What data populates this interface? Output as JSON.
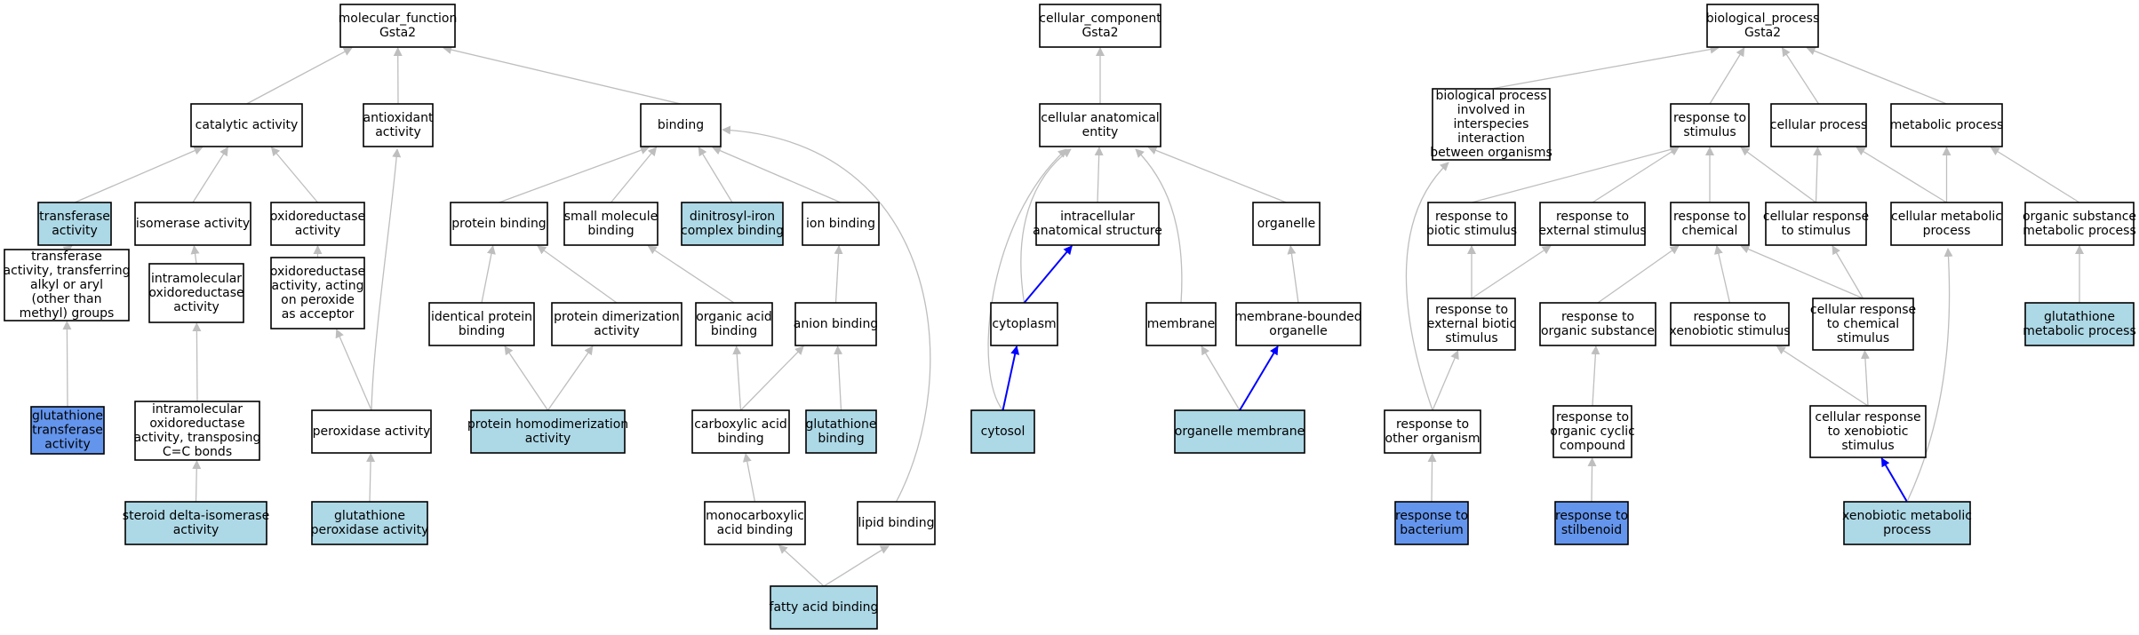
{
  "colors": {
    "plain": "#ffffff",
    "annotated": "#add8e6",
    "query": "#6495ed",
    "edge_default": "#bebebe",
    "edge_highlight": "#0000ff"
  },
  "nodes": {
    "mf_root": {
      "lines": [
        "molecular_function",
        "Gsta2"
      ],
      "kind": "plain"
    },
    "cc_root": {
      "lines": [
        "cellular_component",
        "Gsta2"
      ],
      "kind": "plain"
    },
    "bp_root": {
      "lines": [
        "biological_process",
        "Gsta2"
      ],
      "kind": "plain"
    },
    "catalytic": {
      "lines": [
        "catalytic activity"
      ],
      "kind": "plain"
    },
    "antiox": {
      "lines": [
        "antioxidant",
        "activity"
      ],
      "kind": "plain"
    },
    "binding": {
      "lines": [
        "binding"
      ],
      "kind": "plain"
    },
    "transferase": {
      "lines": [
        "transferase",
        "activity"
      ],
      "kind": "annotated"
    },
    "isomerase": {
      "lines": [
        "isomerase activity"
      ],
      "kind": "plain"
    },
    "oxidored": {
      "lines": [
        "oxidoreductase",
        "activity"
      ],
      "kind": "plain"
    },
    "transf_alkyl": {
      "lines": [
        "transferase",
        "activity, transferring",
        "alkyl or aryl",
        "(other than",
        "methyl) groups"
      ],
      "kind": "plain"
    },
    "intramol": {
      "lines": [
        "intramolecular",
        "oxidoreductase",
        "activity"
      ],
      "kind": "plain"
    },
    "oxidored_perox": {
      "lines": [
        "oxidoreductase",
        "activity, acting",
        "on peroxide",
        "as acceptor"
      ],
      "kind": "plain"
    },
    "gst": {
      "lines": [
        "glutathione",
        "transferase",
        "activity"
      ],
      "kind": "query"
    },
    "intramol_transpos": {
      "lines": [
        "intramolecular",
        "oxidoreductase",
        "activity, transposing",
        "C=C bonds"
      ],
      "kind": "plain"
    },
    "peroxidase": {
      "lines": [
        "peroxidase activity"
      ],
      "kind": "plain"
    },
    "steroid_iso": {
      "lines": [
        "steroid delta-isomerase",
        "activity"
      ],
      "kind": "annotated"
    },
    "glut_perox": {
      "lines": [
        "glutathione",
        "peroxidase activity"
      ],
      "kind": "annotated"
    },
    "protein_binding": {
      "lines": [
        "protein binding"
      ],
      "kind": "plain"
    },
    "small_mol": {
      "lines": [
        "small molecule",
        "binding"
      ],
      "kind": "plain"
    },
    "dinitrosyl": {
      "lines": [
        "dinitrosyl-iron",
        "complex binding"
      ],
      "kind": "annotated"
    },
    "ion_binding": {
      "lines": [
        "ion binding"
      ],
      "kind": "plain"
    },
    "identical": {
      "lines": [
        "identical protein",
        "binding"
      ],
      "kind": "plain"
    },
    "prot_dimer": {
      "lines": [
        "protein dimerization",
        "activity"
      ],
      "kind": "plain"
    },
    "org_acid": {
      "lines": [
        "organic acid",
        "binding"
      ],
      "kind": "plain"
    },
    "anion": {
      "lines": [
        "anion binding"
      ],
      "kind": "plain"
    },
    "homodimer": {
      "lines": [
        "protein homodimerization",
        "activity"
      ],
      "kind": "annotated"
    },
    "carbox": {
      "lines": [
        "carboxylic acid",
        "binding"
      ],
      "kind": "plain"
    },
    "glut_binding": {
      "lines": [
        "glutathione",
        "binding"
      ],
      "kind": "annotated"
    },
    "monocarbox": {
      "lines": [
        "monocarboxylic",
        "acid binding"
      ],
      "kind": "plain"
    },
    "lipid": {
      "lines": [
        "lipid binding"
      ],
      "kind": "plain"
    },
    "fatty_acid": {
      "lines": [
        "fatty acid binding"
      ],
      "kind": "annotated"
    },
    "cell_anat": {
      "lines": [
        "cellular anatomical",
        "entity"
      ],
      "kind": "plain"
    },
    "intracell": {
      "lines": [
        "intracellular",
        "anatomical structure"
      ],
      "kind": "plain"
    },
    "organelle": {
      "lines": [
        "organelle"
      ],
      "kind": "plain"
    },
    "cytoplasm": {
      "lines": [
        "cytoplasm"
      ],
      "kind": "plain"
    },
    "membrane": {
      "lines": [
        "membrane"
      ],
      "kind": "plain"
    },
    "mem_bound": {
      "lines": [
        "membrane-bounded",
        "organelle"
      ],
      "kind": "plain"
    },
    "cytosol": {
      "lines": [
        "cytosol"
      ],
      "kind": "annotated"
    },
    "org_membrane": {
      "lines": [
        "organelle membrane"
      ],
      "kind": "annotated"
    },
    "interspecies": {
      "lines": [
        "biological process",
        "involved in",
        "interspecies",
        "interaction",
        "between organisms"
      ],
      "kind": "plain"
    },
    "resp_stim": {
      "lines": [
        "response to",
        "stimulus"
      ],
      "kind": "plain"
    },
    "cell_proc": {
      "lines": [
        "cellular process"
      ],
      "kind": "plain"
    },
    "metab_proc": {
      "lines": [
        "metabolic process"
      ],
      "kind": "plain"
    },
    "resp_biotic": {
      "lines": [
        "response to",
        "biotic stimulus"
      ],
      "kind": "plain"
    },
    "resp_external": {
      "lines": [
        "response to",
        "external stimulus"
      ],
      "kind": "plain"
    },
    "resp_chem": {
      "lines": [
        "response to",
        "chemical"
      ],
      "kind": "plain"
    },
    "cell_resp_stim": {
      "lines": [
        "cellular response",
        "to stimulus"
      ],
      "kind": "plain"
    },
    "cell_metab": {
      "lines": [
        "cellular metabolic",
        "process"
      ],
      "kind": "plain"
    },
    "org_sub_metab": {
      "lines": [
        "organic substance",
        "metabolic process"
      ],
      "kind": "plain"
    },
    "resp_ext_biotic": {
      "lines": [
        "response to",
        "external biotic",
        "stimulus"
      ],
      "kind": "plain"
    },
    "resp_org_sub": {
      "lines": [
        "response to",
        "organic substance"
      ],
      "kind": "plain"
    },
    "resp_xeno": {
      "lines": [
        "response to",
        "xenobiotic stimulus"
      ],
      "kind": "plain"
    },
    "cell_resp_chem": {
      "lines": [
        "cellular response",
        "to chemical",
        "stimulus"
      ],
      "kind": "plain"
    },
    "glut_metab": {
      "lines": [
        "glutathione",
        "metabolic process"
      ],
      "kind": "annotated"
    },
    "resp_other_org": {
      "lines": [
        "response to",
        "other organism"
      ],
      "kind": "plain"
    },
    "resp_org_cyclic": {
      "lines": [
        "response to",
        "organic cyclic",
        "compound"
      ],
      "kind": "plain"
    },
    "cell_resp_xeno": {
      "lines": [
        "cellular response",
        "to xenobiotic",
        "stimulus"
      ],
      "kind": "plain"
    },
    "resp_bacterium": {
      "lines": [
        "response to",
        "bacterium"
      ],
      "kind": "query"
    },
    "resp_stilbenoid": {
      "lines": [
        "response to",
        "stilbenoid"
      ],
      "kind": "query"
    },
    "xeno_metab": {
      "lines": [
        "xenobiotic metabolic",
        "process"
      ],
      "kind": "annotated"
    }
  },
  "edges": [
    [
      "catalytic",
      "mf_root",
      "default"
    ],
    [
      "antiox",
      "mf_root",
      "default"
    ],
    [
      "binding",
      "mf_root",
      "default"
    ],
    [
      "transferase",
      "catalytic",
      "default"
    ],
    [
      "isomerase",
      "catalytic",
      "default"
    ],
    [
      "oxidored",
      "catalytic",
      "default"
    ],
    [
      "transf_alkyl",
      "transferase",
      "default"
    ],
    [
      "intramol",
      "isomerase",
      "default"
    ],
    [
      "oxidored_perox",
      "oxidored",
      "default"
    ],
    [
      "gst",
      "transf_alkyl",
      "default"
    ],
    [
      "intramol_transpos",
      "intramol",
      "default"
    ],
    [
      "peroxidase",
      "oxidored_perox",
      "default"
    ],
    [
      "peroxidase",
      "antiox",
      "default"
    ],
    [
      "steroid_iso",
      "intramol_transpos",
      "default"
    ],
    [
      "glut_perox",
      "peroxidase",
      "default"
    ],
    [
      "protein_binding",
      "binding",
      "default"
    ],
    [
      "small_mol",
      "binding",
      "default"
    ],
    [
      "dinitrosyl",
      "binding",
      "default"
    ],
    [
      "ion_binding",
      "binding",
      "default"
    ],
    [
      "lipid",
      "binding",
      "default"
    ],
    [
      "identical",
      "protein_binding",
      "default"
    ],
    [
      "prot_dimer",
      "protein_binding",
      "default"
    ],
    [
      "org_acid",
      "small_mol",
      "default"
    ],
    [
      "anion",
      "ion_binding",
      "default"
    ],
    [
      "homodimer",
      "identical",
      "default"
    ],
    [
      "homodimer",
      "prot_dimer",
      "default"
    ],
    [
      "carbox",
      "org_acid",
      "default"
    ],
    [
      "carbox",
      "anion",
      "default"
    ],
    [
      "glut_binding",
      "anion",
      "default"
    ],
    [
      "monocarbox",
      "carbox",
      "default"
    ],
    [
      "fatty_acid",
      "monocarbox",
      "default"
    ],
    [
      "fatty_acid",
      "lipid",
      "default"
    ],
    [
      "cell_anat",
      "cc_root",
      "default"
    ],
    [
      "intracell",
      "cell_anat",
      "default"
    ],
    [
      "organelle",
      "cell_anat",
      "default"
    ],
    [
      "cytoplasm",
      "cell_anat",
      "default"
    ],
    [
      "cytoplasm",
      "intracell",
      "highlight"
    ],
    [
      "cytosol",
      "cell_anat",
      "default"
    ],
    [
      "cytosol",
      "cytoplasm",
      "highlight"
    ],
    [
      "membrane",
      "cell_anat",
      "default"
    ],
    [
      "mem_bound",
      "organelle",
      "default"
    ],
    [
      "org_membrane",
      "membrane",
      "default"
    ],
    [
      "org_membrane",
      "mem_bound",
      "highlight"
    ],
    [
      "interspecies",
      "bp_root",
      "default"
    ],
    [
      "resp_stim",
      "bp_root",
      "default"
    ],
    [
      "cell_proc",
      "bp_root",
      "default"
    ],
    [
      "metab_proc",
      "bp_root",
      "default"
    ],
    [
      "resp_biotic",
      "resp_stim",
      "default"
    ],
    [
      "resp_external",
      "resp_stim",
      "default"
    ],
    [
      "resp_chem",
      "resp_stim",
      "default"
    ],
    [
      "cell_resp_stim",
      "resp_stim",
      "default"
    ],
    [
      "cell_resp_stim",
      "cell_proc",
      "default"
    ],
    [
      "cell_metab",
      "cell_proc",
      "default"
    ],
    [
      "cell_metab",
      "metab_proc",
      "default"
    ],
    [
      "org_sub_metab",
      "metab_proc",
      "default"
    ],
    [
      "resp_ext_biotic",
      "resp_biotic",
      "default"
    ],
    [
      "resp_ext_biotic",
      "resp_external",
      "default"
    ],
    [
      "resp_org_sub",
      "resp_chem",
      "default"
    ],
    [
      "resp_xeno",
      "resp_chem",
      "default"
    ],
    [
      "cell_resp_chem",
      "resp_chem",
      "default"
    ],
    [
      "cell_resp_chem",
      "cell_resp_stim",
      "default"
    ],
    [
      "glut_metab",
      "org_sub_metab",
      "default"
    ],
    [
      "resp_other_org",
      "resp_ext_biotic",
      "default"
    ],
    [
      "resp_other_org",
      "interspecies",
      "default"
    ],
    [
      "resp_org_cyclic",
      "resp_org_sub",
      "default"
    ],
    [
      "cell_resp_xeno",
      "resp_xeno",
      "default"
    ],
    [
      "cell_resp_xeno",
      "cell_resp_chem",
      "default"
    ],
    [
      "resp_bacterium",
      "resp_other_org",
      "default"
    ],
    [
      "resp_stilbenoid",
      "resp_org_cyclic",
      "default"
    ],
    [
      "xeno_metab",
      "cell_resp_xeno",
      "highlight"
    ],
    [
      "xeno_metab",
      "cell_metab",
      "default"
    ]
  ]
}
